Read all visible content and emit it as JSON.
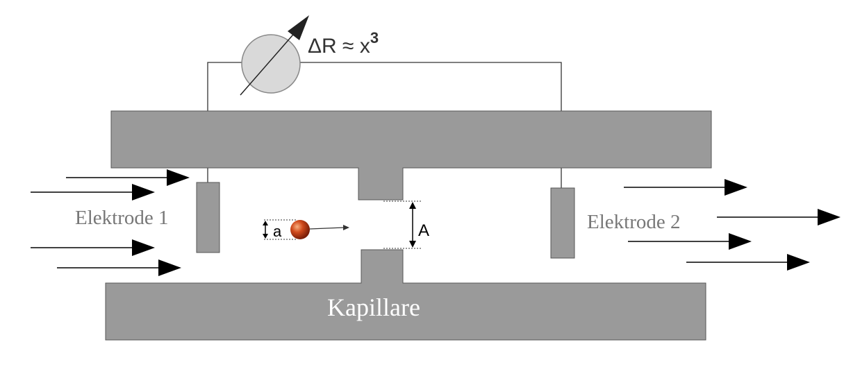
{
  "diagram": {
    "formula": {
      "base": "ΔR ≈ x",
      "exponent": "3"
    },
    "labels": {
      "electrode_left": "Elektrode 1",
      "electrode_right": "Elektrode 2",
      "capillary": "Kapillare",
      "particle_size": "a",
      "aperture_size": "A"
    },
    "colors": {
      "capillary_fill": "#9a9a9a",
      "meter_fill": "#d9d9d9",
      "particle": "#c8401a",
      "wire": "#333333",
      "arrow": "#000000",
      "electrode_label": "#777777",
      "capillary_label": "#ffffff"
    },
    "icons": {
      "meter": "resistance-meter-icon",
      "particle": "particle-sphere-icon"
    }
  }
}
